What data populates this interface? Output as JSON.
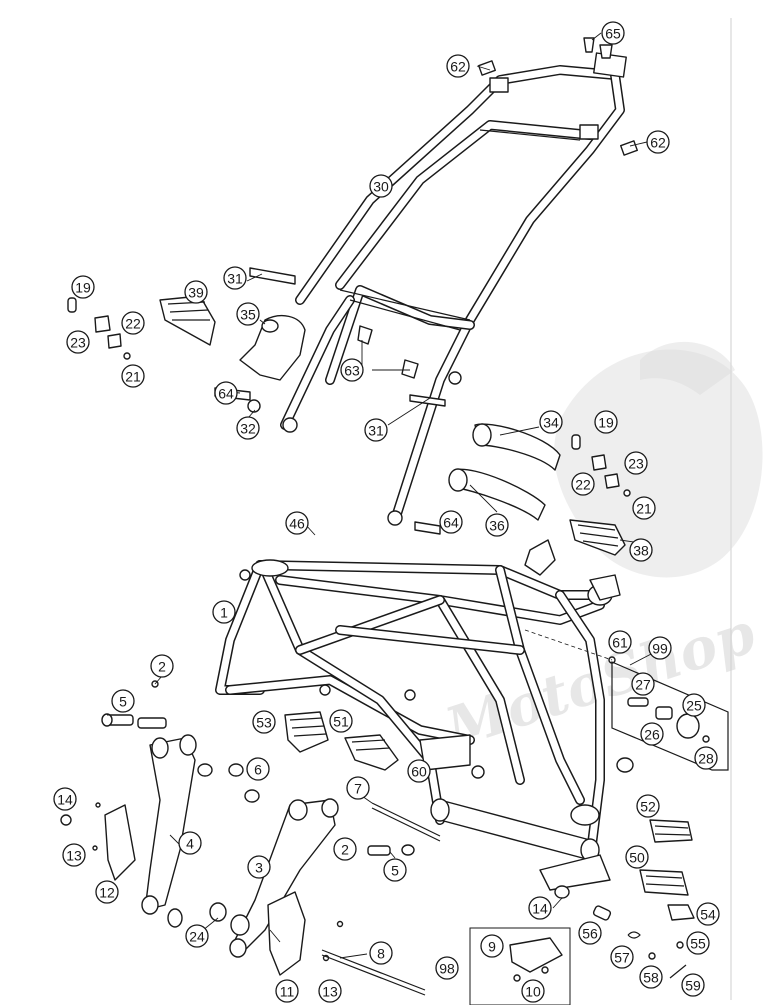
{
  "diagram": {
    "type": "exploded-parts-diagram",
    "watermark_text": "MotoShop",
    "callouts": [
      {
        "label": "65",
        "style": "filled"
      },
      {
        "label": "62",
        "style": "filled"
      },
      {
        "label": "62",
        "style": "filled"
      },
      {
        "label": "30",
        "style": "filled"
      },
      {
        "label": "19",
        "style": "filled"
      },
      {
        "label": "39",
        "style": "filled"
      },
      {
        "label": "22",
        "style": "filled"
      },
      {
        "label": "23",
        "style": "filled"
      },
      {
        "label": "21",
        "style": "filled"
      },
      {
        "label": "31",
        "style": "filled"
      },
      {
        "label": "35",
        "style": "filled"
      },
      {
        "label": "63",
        "style": "filled"
      },
      {
        "label": "64",
        "style": "filled"
      },
      {
        "label": "32",
        "style": "filled"
      },
      {
        "label": "31",
        "style": "filled"
      },
      {
        "label": "34",
        "style": "filled"
      },
      {
        "label": "19",
        "style": "filled"
      },
      {
        "label": "23",
        "style": "filled"
      },
      {
        "label": "22",
        "style": "filled"
      },
      {
        "label": "21",
        "style": "filled"
      },
      {
        "label": "64",
        "style": "filled"
      },
      {
        "label": "36",
        "style": "filled"
      },
      {
        "label": "38",
        "style": "filled"
      },
      {
        "label": "46",
        "style": "filled"
      },
      {
        "label": "1",
        "style": "outline"
      },
      {
        "label": "61",
        "style": "filled"
      },
      {
        "label": "99",
        "style": "filled"
      },
      {
        "label": "27",
        "style": "filled"
      },
      {
        "label": "25",
        "style": "filled"
      },
      {
        "label": "26",
        "style": "filled"
      },
      {
        "label": "28",
        "style": "filled"
      },
      {
        "label": "2",
        "style": "outline"
      },
      {
        "label": "5",
        "style": "outline"
      },
      {
        "label": "53",
        "style": "filled"
      },
      {
        "label": "51",
        "style": "filled"
      },
      {
        "label": "60",
        "style": "filled"
      },
      {
        "label": "6",
        "style": "outline"
      },
      {
        "label": "7",
        "style": "outline"
      },
      {
        "label": "14",
        "style": "outline"
      },
      {
        "label": "4",
        "style": "outline"
      },
      {
        "label": "13",
        "style": "outline"
      },
      {
        "label": "12",
        "style": "outline"
      },
      {
        "label": "3",
        "style": "outline"
      },
      {
        "label": "2",
        "style": "outline"
      },
      {
        "label": "5",
        "style": "outline"
      },
      {
        "label": "52",
        "style": "filled"
      },
      {
        "label": "50",
        "style": "filled"
      },
      {
        "label": "14",
        "style": "outline"
      },
      {
        "label": "54",
        "style": "filled"
      },
      {
        "label": "56",
        "style": "filled"
      },
      {
        "label": "55",
        "style": "filled"
      },
      {
        "label": "57",
        "style": "filled"
      },
      {
        "label": "58",
        "style": "filled"
      },
      {
        "label": "59",
        "style": "filled"
      },
      {
        "label": "24",
        "style": "filled"
      },
      {
        "label": "8",
        "style": "outline"
      },
      {
        "label": "11",
        "style": "outline"
      },
      {
        "label": "13",
        "style": "outline"
      },
      {
        "label": "9",
        "style": "outline"
      },
      {
        "label": "98",
        "style": "filled"
      },
      {
        "label": "10",
        "style": "outline"
      }
    ]
  }
}
